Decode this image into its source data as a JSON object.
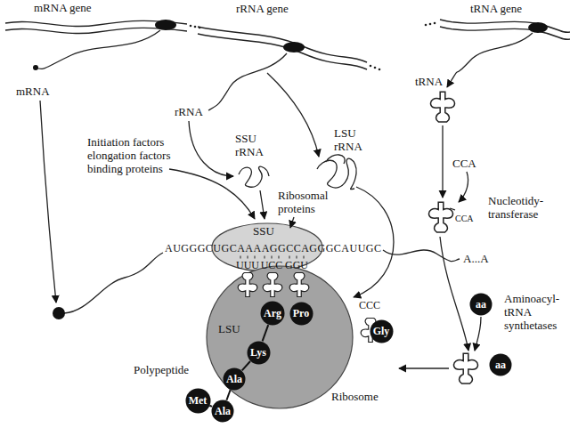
{
  "diagram": {
    "nodes": [
      {
        "text": [
          "aa"
        ]
      },
      {
        "text": [
          "SSU"
        ]
      },
      {
        "text": [
          "LSU"
        ]
      },
      {
        "text": [
          "Arg"
        ],
        "in": 2
      },
      {
        "text": [
          "Pro"
        ],
        "in": 2
      },
      {
        "text": [
          "Gly"
        ]
      },
      {
        "text": [
          "aa"
        ]
      },
      {
        "text": [
          "Lys"
        ],
        "in": 2
      },
      {
        "text": [
          "Ala"
        ],
        "in": 2
      },
      {
        "text": [
          "Met"
        ]
      },
      {
        "text": [
          "Ala"
        ]
      }
    ],
    "edges": [
      {
        "from": 9,
        "to": 10,
        "arrow": "none"
      },
      {
        "from": 10,
        "to": 8,
        "arrow": "none"
      },
      {
        "from": 8,
        "to": 7,
        "arrow": "none"
      },
      {
        "from": 7,
        "to": 3,
        "arrow": "none"
      }
    ],
    "labels": [
      "mRNA gene",
      "rRNA gene",
      "tRNA gene",
      "mRNA",
      "rRNA",
      "Initiation factors elongation factors binding proteins",
      "SSU rRNA",
      "LSU rRNA",
      "Ribosomal proteins",
      "tRNA",
      "CCA",
      "Nucleotidy-transferase",
      "CCA",
      "Aminoacyl-tRNA synthetases",
      "AUGGGCUGCAAAAGGCCAGGGCAUUGC",
      "UUU",
      "UCC",
      "GGU",
      "CCC",
      "A...A",
      "Polypeptide",
      "Ribosome"
    ]
  }
}
